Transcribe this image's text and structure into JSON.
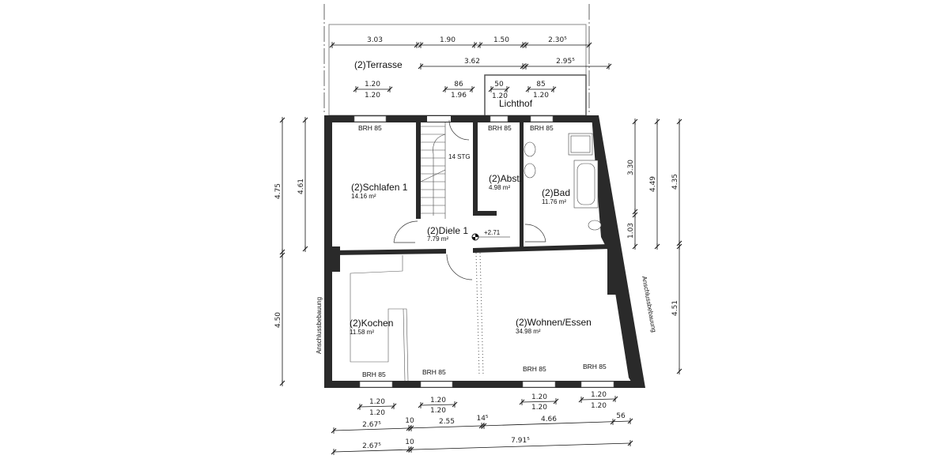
{
  "plan": {
    "rooms": [
      {
        "name": "(2)Terrasse",
        "area": ""
      },
      {
        "name": "(2)Schlafen 1",
        "area": "14.16 m²"
      },
      {
        "name": "(2)Abst.",
        "area": "4.98 m²"
      },
      {
        "name": "(2)Bad",
        "area": "11.76 m²"
      },
      {
        "name": "(2)Diele 1",
        "area": "7.79 m²"
      },
      {
        "name": "(2)Kochen",
        "area": "11.58 m²"
      },
      {
        "name": "(2)Wohnen/Essen",
        "area": "34.98 m²"
      }
    ],
    "labels": {
      "lichthof": "Lichthof",
      "stairs": "14 STG",
      "level": "+2.71",
      "neighbor_left": "Anschlussbebauung",
      "neighbor_right": "Anschlussbebauung",
      "brh": "BRH 85"
    },
    "dims_top": {
      "row1": [
        "3.03",
        "1.90",
        "1.50",
        "2.30⁵"
      ],
      "row2": [
        "3.62",
        "2.95⁵"
      ],
      "win1": [
        "1.20",
        "1.20"
      ],
      "win2": [
        "86",
        "1.96"
      ],
      "win3": [
        "50",
        "1.20"
      ],
      "win4": [
        "85",
        "1.20"
      ]
    },
    "dims_bottom": {
      "windows": [
        [
          "1.20",
          "1.20"
        ],
        [
          "1.20",
          "1.20"
        ],
        [
          "1.20",
          "1.20"
        ],
        [
          "1.20",
          "1.20"
        ]
      ],
      "row1": [
        "2.67⁵",
        "10",
        "2.55",
        "14⁵",
        "4.66",
        "56"
      ],
      "row2": [
        "2.67⁵",
        "10",
        "7.91⁵"
      ]
    },
    "dims_left": [
      "4.75",
      "4.61",
      "4.50"
    ],
    "dims_right": [
      "3.30",
      "1.03",
      "4.49",
      "4.35",
      "4.51"
    ]
  }
}
